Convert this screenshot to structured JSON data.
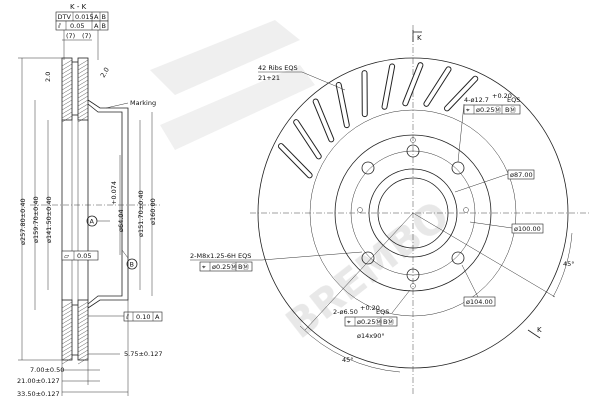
{
  "section": {
    "label": "K - K",
    "tol_frame_1": [
      "DTV",
      "0.015",
      "A",
      "B"
    ],
    "tol_frame_2": [
      "⫽",
      "0.05",
      "A",
      "B"
    ],
    "dim_7_left": "(7)",
    "dim_7_right": "(7)",
    "chamfer_left": "2.0",
    "chamfer_right": "2.0",
    "marking": "Marking",
    "dia_257": "ø257.80±0.40",
    "dia_159": "ø159.70±0.40",
    "dia_141": "ø141.50±0.40",
    "dia_64": "ø64.04",
    "dia_64_tol": "+0.074",
    "dia_151": "ø151.70±0.40",
    "dia_160": "ø160.00",
    "datum_a": "A",
    "datum_b": "B",
    "flatness": [
      "▱",
      "0.05"
    ],
    "parallel": [
      "⫽",
      "0.10",
      "A"
    ],
    "dim_5_75": "5.75±0.127",
    "dim_7_00": "7.00±0.50",
    "dim_21_00": "21.00±0.127",
    "dim_33_50": "33.50±0.127"
  },
  "front": {
    "k_top": "K",
    "k_bottom": "K",
    "ribs_line1": "42 Ribs EQS",
    "ribs_line2": "21+21",
    "bolt_holes_label": "4-ø12.7",
    "bolt_holes_tol": "+0.20",
    "bolt_holes_eqs": "EQS",
    "bolt_holes_frame": [
      "⌖",
      "ø0.25Ⓜ",
      "BⓂ"
    ],
    "dia_87": "ø87.00",
    "dia_100": "ø100.00",
    "dia_104": "ø104.00",
    "thread_label": "2-M8x1.25-6H EQS",
    "thread_frame": [
      "⌖",
      "ø0.25Ⓜ",
      "BⓂ"
    ],
    "small_holes_label": "2-ø6.50",
    "small_holes_tol": "+0.20",
    "small_holes_eqs": "EQS",
    "small_holes_frame": [
      "⌖",
      "ø0.25Ⓜ",
      "BⓂ"
    ],
    "countersink": "ø14x90°",
    "angle_45_right": "45°",
    "angle_45_bottom": "45°"
  },
  "watermark": {
    "text": "BREMBO"
  }
}
